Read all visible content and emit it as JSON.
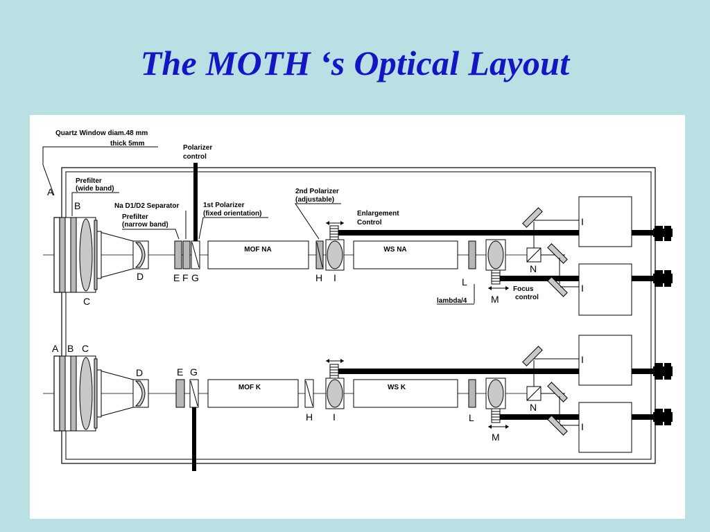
{
  "slide": {
    "title": "The MOTH ‘s Optical Layout"
  },
  "diagram": {
    "annotations": {
      "quartz_window_line1": "Quartz Window diam.48 mm",
      "quartz_window_line2": "thick  5mm",
      "polarizer_control_line1": "Polarizer",
      "polarizer_control_line2": "control",
      "prefilter_wide_line1": "Prefilter",
      "prefilter_wide_line2": "(wide band)",
      "na_separator": "Na D1/D2 Separator",
      "prefilter_narrow_line1": "Prefilter",
      "prefilter_narrow_line2": "(narrow band)",
      "first_polarizer_line1": "1st Polarizer",
      "first_polarizer_line2": "(fixed orientation)",
      "second_polarizer_line1": "2nd Polarizer",
      "second_polarizer_line2": "(adjustable)",
      "enlargement_control_line1": "Enlargement",
      "enlargement_control_line2": "Control",
      "focus_control_line1": "Focus",
      "focus_control_line2": "control",
      "lambda": "lambda/4"
    },
    "boxes": {
      "mof_na": "MOF NA",
      "ws_na": "WS NA",
      "mof_k": "MOF K",
      "ws_k": "WS K"
    },
    "letters": {
      "A": "A",
      "B": "B",
      "C": "C",
      "D": "D",
      "E": "E",
      "F": "F",
      "G": "G",
      "H": "H",
      "I": "I",
      "L": "L",
      "M": "M",
      "N": "N",
      "detector": "I"
    }
  }
}
